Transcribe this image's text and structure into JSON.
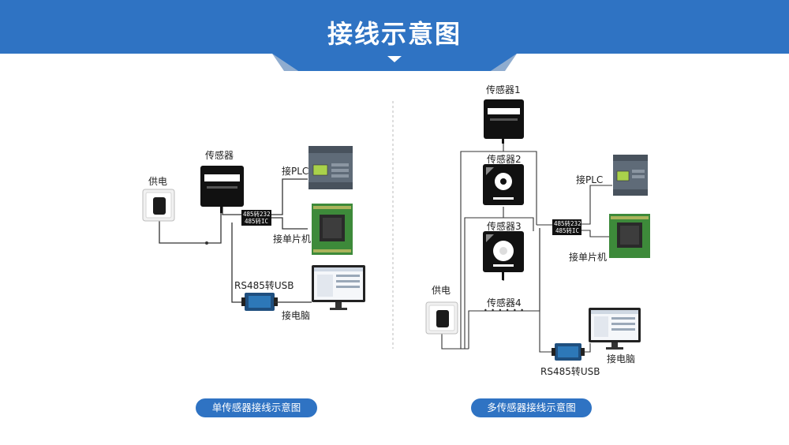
{
  "header": {
    "title": "接线示意图"
  },
  "single": {
    "power_label": "供电",
    "sensor_label": "传感器",
    "converter_line1": "485转232",
    "converter_line2": "485转IC",
    "plc_label": "接PLC",
    "mcu_label": "接单片机",
    "usb_label": "RS485转USB",
    "pc_label": "接电脑",
    "caption": "单传感器接线示意图"
  },
  "multi": {
    "sensor1_label": "传感器1",
    "sensor2_label": "传感器2",
    "sensor3_label": "传感器3",
    "sensor4_label": "传感器4",
    "power_label": "供电",
    "converter_line1": "485转232",
    "converter_line2": "485转IC",
    "plc_label": "接PLC",
    "mcu_label": "接单片机",
    "usb_label": "RS485转USB",
    "pc_label": "接电脑",
    "ellipsis": "• • • • • •",
    "caption": "多传感器接线示意图"
  },
  "colors": {
    "banner_blue": "#2f73c3",
    "banner_dark": "#1f5aa0",
    "pill_blue": "#2f73c3",
    "board_green": "#3d8a3a",
    "plc_gray": "#5f6b78",
    "lcd_green": "#a9d14b"
  },
  "icons": [
    "socket-icon",
    "sensor-icon",
    "plc-icon",
    "mcu-board-icon",
    "usb-converter-icon",
    "monitor-icon"
  ]
}
